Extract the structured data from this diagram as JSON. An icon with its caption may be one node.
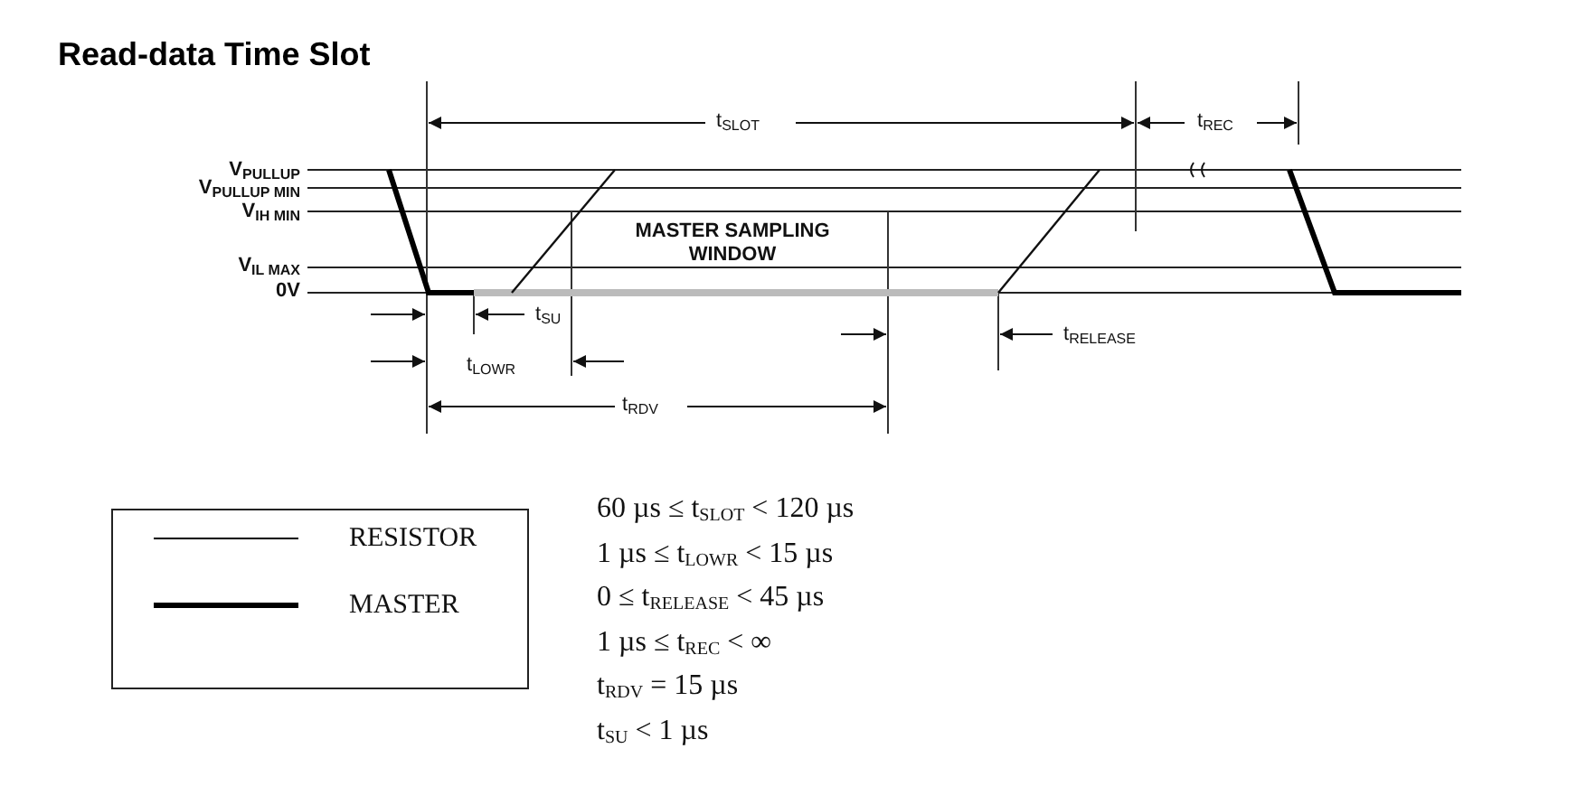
{
  "diagram": {
    "title": "Read-data Time Slot",
    "labels": [
      "t$_{SLOT}$",
      "t$_{REC}$",
      "V$_{PULLUP}$",
      "V$_{PULLUP MIN}$",
      "V$_{IH MIN}$",
      "MASTER SAMPLING WINDOW",
      "V$_{IL MAX}$",
      "0V",
      "t$_{SU}$",
      "t$_{RELEASE}$",
      "t$_{LOWR}$",
      "t$_{RDV}$",
      "60 µs ≤ t$_{SLOT}$ < 120 µs",
      "1 µs ≤ t$_{LOWR}$ < 15 µs",
      "0 ≤ t$_{RELEASE}$ < 45 µs",
      "1 µs ≤ t$_{REC}$ < ∞",
      "t$_{RDV}$ = 15 µs",
      "t$_{SU}$ < 1 µs"
    ],
    "legend": [
      {
        "text": "RESISTOR"
      },
      {
        "text": "MASTER"
      }
    ]
  }
}
